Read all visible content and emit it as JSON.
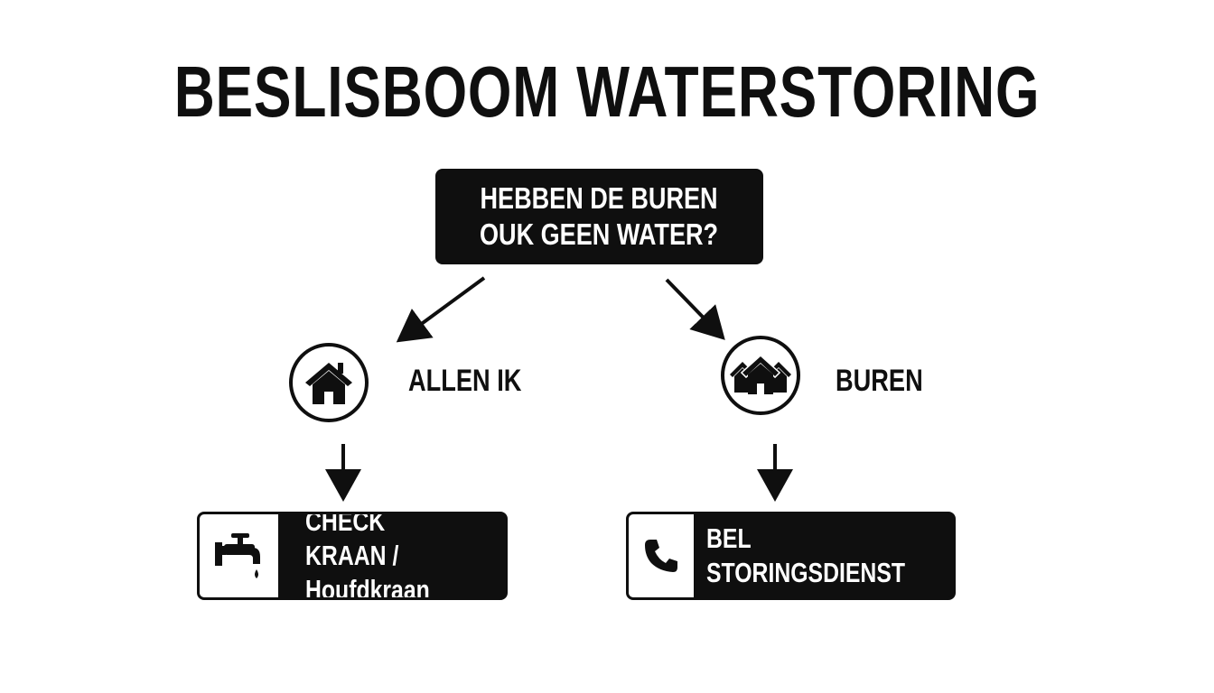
{
  "title": "BESLISBOOM WATERSTORING",
  "question": {
    "text": "HEBBEN DE BUREN\nOUK GEEN WATER?"
  },
  "branches": [
    {
      "label": "ALLEN IK",
      "icon": "house-icon",
      "action": {
        "icon": "faucet-icon",
        "text": "CHECK KRAAN /\nHoufdkraan"
      }
    },
    {
      "label": "BUREN",
      "icon": "neighborhood-houses-icon",
      "action": {
        "icon": "phone-icon",
        "text": "BEL STORINGSDIENST"
      }
    }
  ],
  "colors": {
    "foreground": "#0f0f0f",
    "background": "#ffffff"
  }
}
